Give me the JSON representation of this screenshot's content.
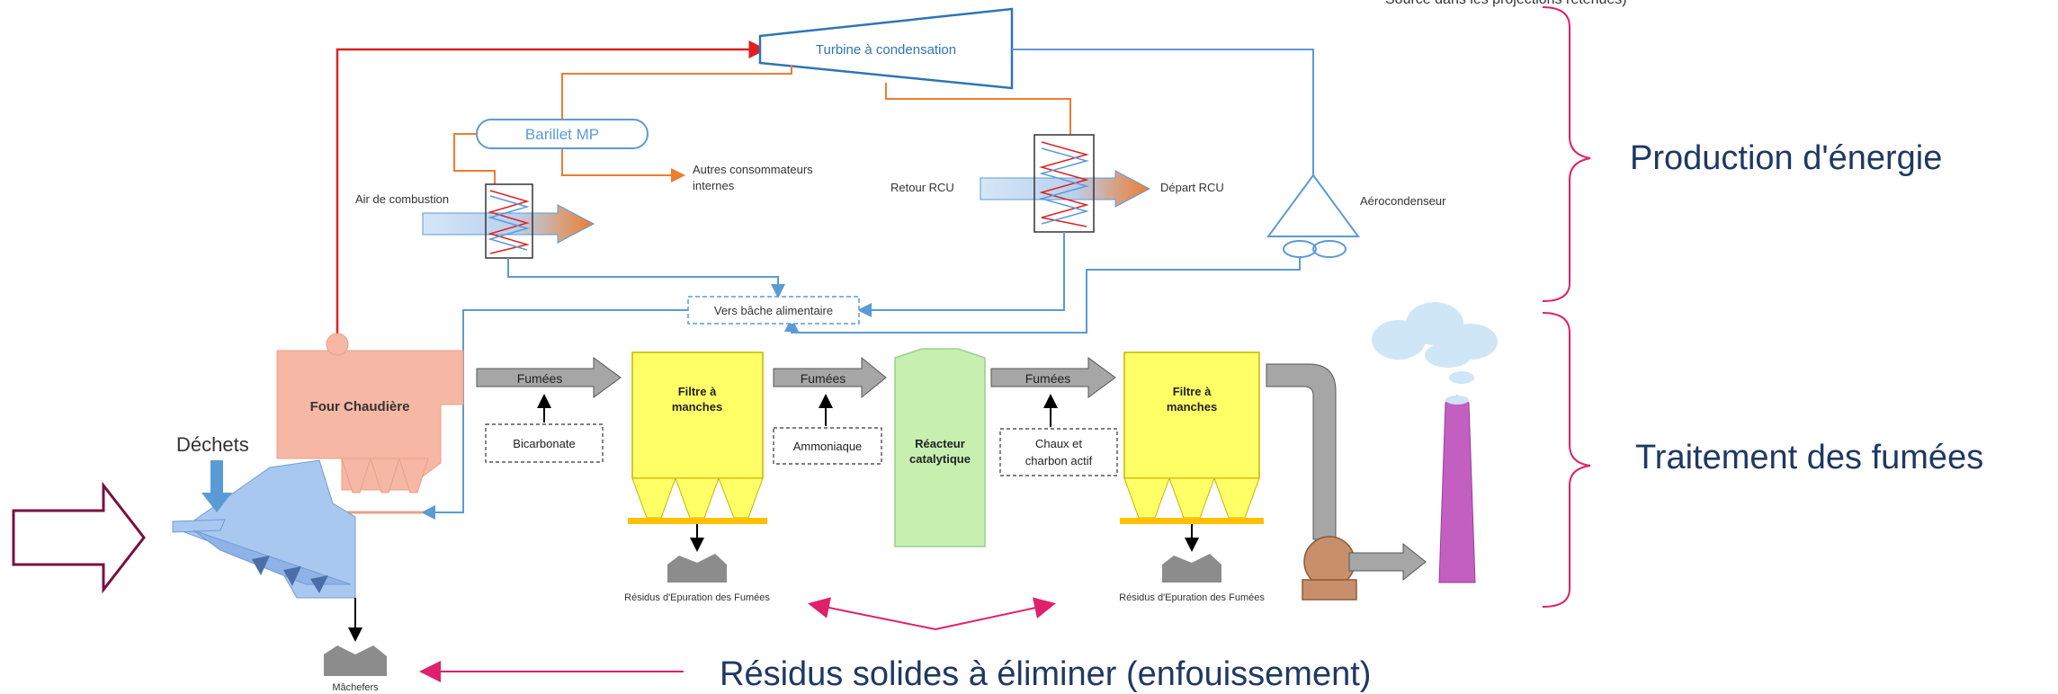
{
  "top_clipped_text": "Source dans les projections retenues)",
  "labels": {
    "turbine": "Turbine à condensation",
    "barillet": "Barillet MP",
    "autres_consommateurs_l1": "Autres consommateurs",
    "autres_consommateurs_l2": "internes",
    "air_combustion": "Air de combustion",
    "retour_rcu": "Retour RCU",
    "depart_rcu": "Départ RCU",
    "aerocondenseur": "Aérocondenseur",
    "vers_bache": "Vers bâche alimentaire",
    "four_chaudiere": "Four Chaudière",
    "fumees": "Fumées",
    "filtre_l1": "Filtre à",
    "filtre_l2": "manches",
    "bicarbonate": "Bicarbonate",
    "ammoniaque": "Ammoniaque",
    "reacteur_l1": "Réacteur",
    "reacteur_l2": "catalytique",
    "chaux_l1": "Chaux et",
    "chaux_l2": "charbon actif",
    "residus_epuration": "Résidus d'Epuration des Fumées",
    "dechets": "Déchets",
    "machefers": "Mâchefers"
  },
  "annotations": {
    "production": "Production d'énergie",
    "traitement": "Traitement des fumées",
    "residus_solides": "Résidus solides à éliminer (enfouissement)"
  },
  "colors": {
    "steam_red": "#e02020",
    "pipe_blue": "#5b9bd5",
    "pipe_orange": "#ed7d31",
    "boiler_salmon": "#f6b7a4",
    "grate_blue": "#a9c8f0",
    "filter_yellow": "#ffff66",
    "reactor_green": "#c6efb0",
    "chimney_magenta": "#c25fc0",
    "annotation_pink": "#e0206a",
    "navy_text": "#1f3864",
    "grey_arrow": "#a6a6a6",
    "fan_brown": "#c8906a"
  }
}
